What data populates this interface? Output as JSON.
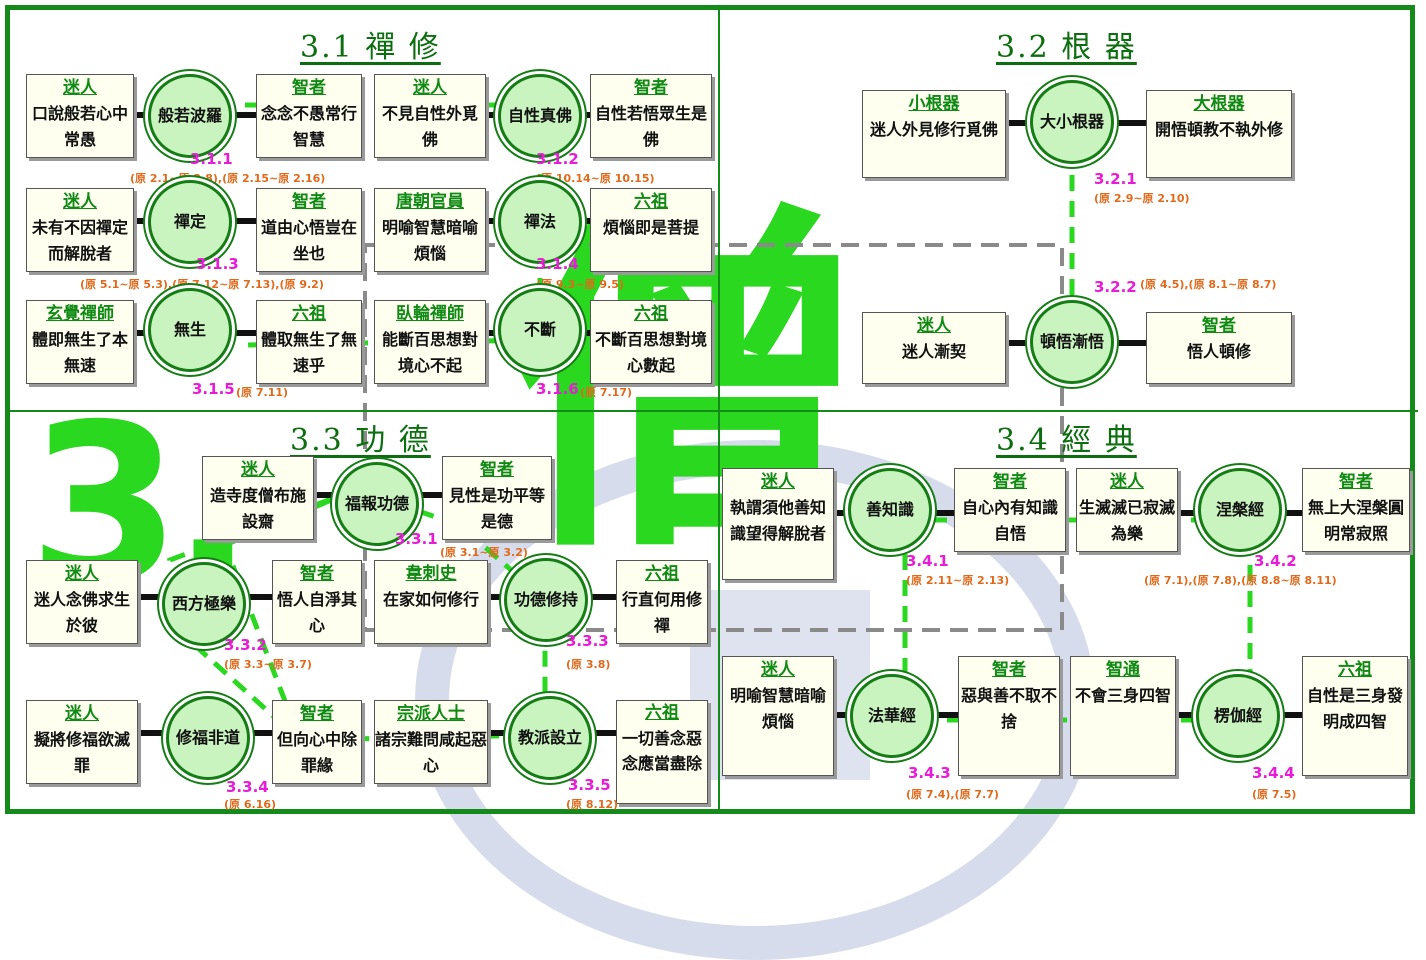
{
  "sections": {
    "s31": {
      "title": "3.1 禪 修"
    },
    "s32": {
      "title": "3.2 根 器"
    },
    "s33": {
      "title": "3.3 功 德"
    },
    "s34": {
      "title": "3.4 經 典"
    }
  },
  "overlay": {
    "number": "3.",
    "character": "僧"
  },
  "colors": {
    "section_green": "#138a1a",
    "code_magenta": "#e81cd6",
    "ref_orange": "#e06a1c",
    "circle_fill": "#c9f3bf"
  },
  "nodes": {
    "n311": {
      "left": {
        "role": "迷人",
        "body": "口說般若心中常愚"
      },
      "center": "般若波羅",
      "right": {
        "role": "智者",
        "body": "念念不愚常行智慧"
      },
      "code": "3.1.1",
      "ref": "(原 2.1~原 2.8),(原 2.15~原 2.16)"
    },
    "n312": {
      "left": {
        "role": "迷人",
        "body": "不見自性外覓佛"
      },
      "center": "自性真佛",
      "right": {
        "role": "智者",
        "body": "自性若悟眾生是佛"
      },
      "code": "3.1.2",
      "ref": "(原 10.14~原 10.15)"
    },
    "n313": {
      "left": {
        "role": "迷人",
        "body": "未有不因禪定而解脫者"
      },
      "center": "禪定",
      "right": {
        "role": "智者",
        "body": "道由心悟豈在坐也"
      },
      "code": "3.1.3",
      "ref": "(原 5.1~原 5.3),(原 7.12~原 7.13),(原 9.2)"
    },
    "n314": {
      "left": {
        "role": "唐朝官員",
        "body": "明喻智慧暗喻煩惱"
      },
      "center": "禪法",
      "right": {
        "role": "六祖",
        "body": "煩惱即是菩提"
      },
      "code": "3.1.4",
      "ref": "(原 9.3~原 9.5)"
    },
    "n315": {
      "left": {
        "role": "玄覺禪師",
        "body": "體即無生了本無速"
      },
      "center": "無生",
      "right": {
        "role": "六祖",
        "body": "體取無生了無速乎"
      },
      "code": "3.1.5",
      "ref": "(原 7.11)"
    },
    "n316": {
      "left": {
        "role": "臥輪禪師",
        "body": "能斷百思想對境心不起"
      },
      "center": "不斷",
      "right": {
        "role": "六祖",
        "body": "不斷百思想對境心數起"
      },
      "code": "3.1.6",
      "ref": "(原 7.17)"
    },
    "n321": {
      "left": {
        "role": "小根器",
        "body": "迷人外見修行覓佛"
      },
      "center": "大小根器",
      "right": {
        "role": "大根器",
        "body": "開悟頓教不執外修"
      },
      "code": "3.2.1",
      "ref": "(原 2.9~原 2.10)"
    },
    "n322": {
      "left": {
        "role": "迷人",
        "body": "迷人漸契"
      },
      "center": "頓悟漸悟",
      "right": {
        "role": "智者",
        "body": "悟人頓修"
      },
      "code": "3.2.2",
      "ref": "(原 4.5),(原 8.1~原 8.7)"
    },
    "n331": {
      "left": {
        "role": "迷人",
        "body": "造寺度僧布施設齋"
      },
      "center": "福報功德",
      "right": {
        "role": "智者",
        "body": "見性是功平等是德"
      },
      "code": "3.3.1",
      "ref": "(原 3.1~原 3.2)"
    },
    "n332": {
      "left": {
        "role": "迷人",
        "body": "迷人念佛求生於彼"
      },
      "center": "西方極樂",
      "right": {
        "role": "智者",
        "body": "悟人自淨其心"
      },
      "code": "3.3.2",
      "ref": "(原 3.3~原 3.7)"
    },
    "n333": {
      "left": {
        "role": "韋刺史",
        "body": "在家如何修行"
      },
      "center": "功德修持",
      "right": {
        "role": "六祖",
        "body": "行直何用修禪"
      },
      "code": "3.3.3",
      "ref": "(原 3.8)"
    },
    "n334": {
      "left": {
        "role": "迷人",
        "body": "擬將修福欲滅罪"
      },
      "center": "修福非道",
      "right": {
        "role": "智者",
        "body": "但向心中除罪緣"
      },
      "code": "3.3.4",
      "ref": "(原 6.16)"
    },
    "n335": {
      "left": {
        "role": "宗派人士",
        "body": "諸宗難問咸起惡心"
      },
      "center": "教派設立",
      "right": {
        "role": "六祖",
        "body": "一切善念惡念應當盡除"
      },
      "code": "3.3.5",
      "ref": "(原 8.12)"
    },
    "n341": {
      "left": {
        "role": "迷人",
        "body": "執謂須他善知識望得解脫者"
      },
      "center": "善知識",
      "right": {
        "role": "智者",
        "body": "自心內有知識自悟"
      },
      "code": "3.4.1",
      "ref": "(原 2.11~原 2.13)"
    },
    "n342": {
      "left": {
        "role": "迷人",
        "body": "生滅滅已寂滅為樂"
      },
      "center": "涅槃經",
      "right": {
        "role": "智者",
        "body": "無上大涅槃圓明常寂照"
      },
      "code": "3.4.2",
      "ref": "(原 7.1),(原 7.8),(原 8.8~原 8.11)"
    },
    "n343": {
      "left": {
        "role": "迷人",
        "body": "明喻智慧暗喻煩惱"
      },
      "center": "法華經",
      "right": {
        "role": "智者",
        "body": "惡與善不取不捨"
      },
      "code": "3.4.3",
      "ref": "(原 7.4),(原 7.7)"
    },
    "n344": {
      "left": {
        "role": "智通",
        "body": "不會三身四智"
      },
      "center": "楞伽經",
      "right": {
        "role": "六祖",
        "body": "自性是三身發明成四智"
      },
      "code": "3.4.4",
      "ref": "(原 7.5)"
    }
  }
}
